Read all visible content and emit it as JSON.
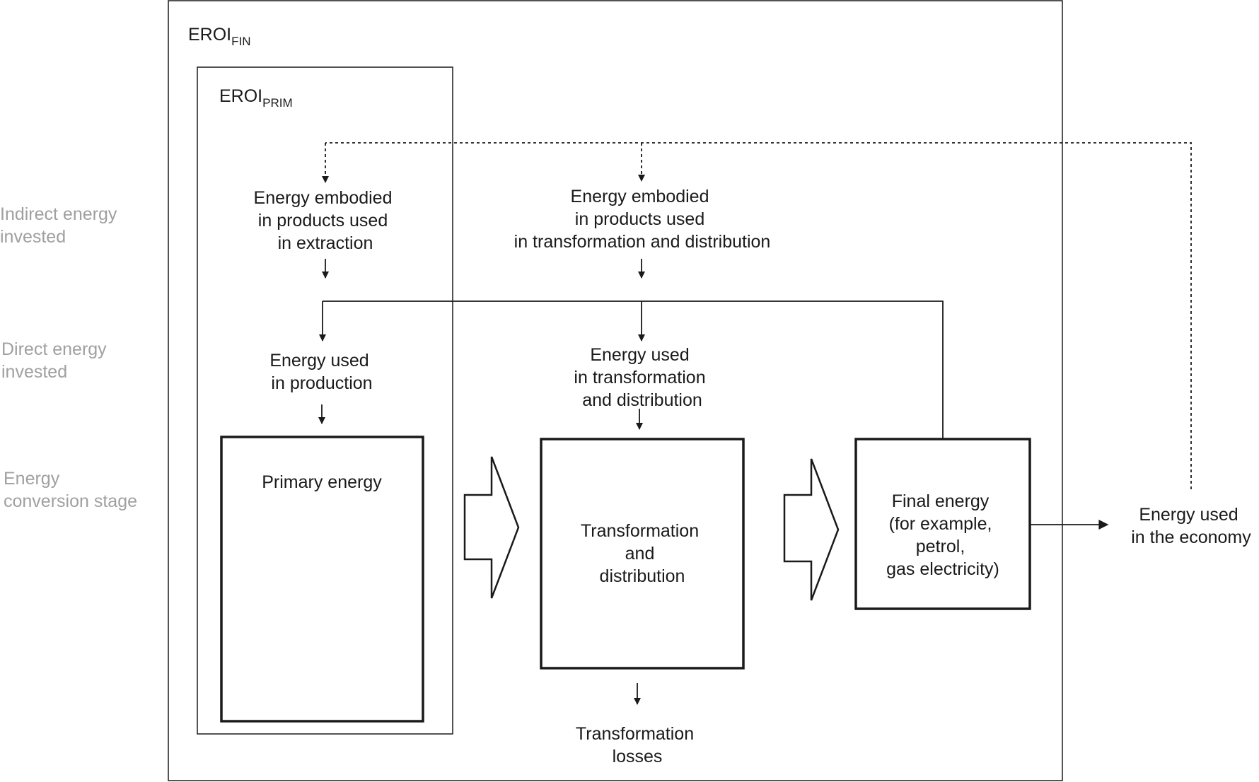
{
  "side_labels": {
    "indirect": [
      "Indirect energy",
      "invested"
    ],
    "direct": [
      "Direct energy",
      "invested"
    ],
    "conversion": [
      "Energy",
      "conversion stage"
    ]
  },
  "eroi_fin": {
    "main": "EROI",
    "sub": "FIN"
  },
  "eroi_prim": {
    "main": "EROI",
    "sub": "PRIM"
  },
  "embodied_extraction": [
    "Energy embodied",
    "in products used",
    "in extraction"
  ],
  "embodied_transformation": [
    "Energy embodied",
    "in products used",
    "in transformation and distribution"
  ],
  "energy_production": [
    "Energy used",
    "in production"
  ],
  "energy_transformation": [
    "Energy used",
    "in transformation",
    "and distribution"
  ],
  "primary_energy": "Primary energy",
  "transformation_box": [
    "Transformation",
    "and",
    "distribution"
  ],
  "final_energy": [
    "Final energy",
    "(for example,",
    "petrol,",
    "gas electricity)"
  ],
  "economy": [
    "Energy used",
    "in the economy"
  ],
  "losses": [
    "Transformation",
    "losses"
  ]
}
